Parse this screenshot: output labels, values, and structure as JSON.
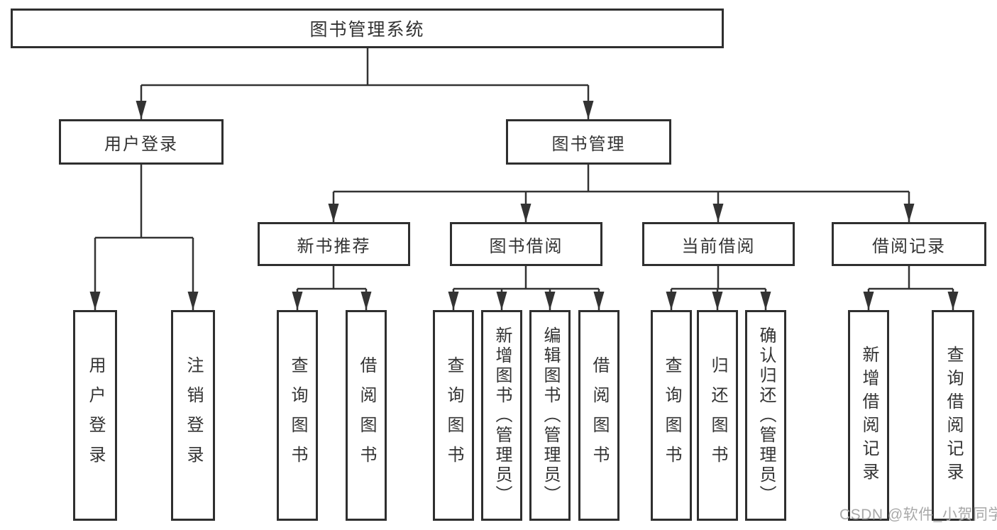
{
  "diagram": {
    "type": "functional-structure-tree",
    "colors": {
      "line": "#333333",
      "box_border": "#2f2f2f",
      "box_fill": "#ffffff",
      "text": "#333333",
      "watermark": "#a8a8a8"
    },
    "tree": {
      "root": "图书管理系统",
      "branches": [
        {
          "label": "用户登录",
          "children": [
            "用户登录",
            "注销登录"
          ]
        },
        {
          "label": "图书管理",
          "groups": [
            {
              "label": "新书推荐",
              "children": [
                "查询图书",
                "借阅图书"
              ]
            },
            {
              "label": "图书借阅",
              "children": [
                "查询图书",
                "新增图书（管理员）",
                "编辑图书（管理员）",
                "借阅图书"
              ]
            },
            {
              "label": "当前借阅",
              "children": [
                "查询图书",
                "归还图书",
                "确认归还（管理员）"
              ]
            },
            {
              "label": "借阅记录",
              "children": [
                "新增借阅记录",
                "查询借阅记录"
              ]
            }
          ]
        }
      ]
    },
    "watermark": "CSDN @软件_小贺同学"
  }
}
